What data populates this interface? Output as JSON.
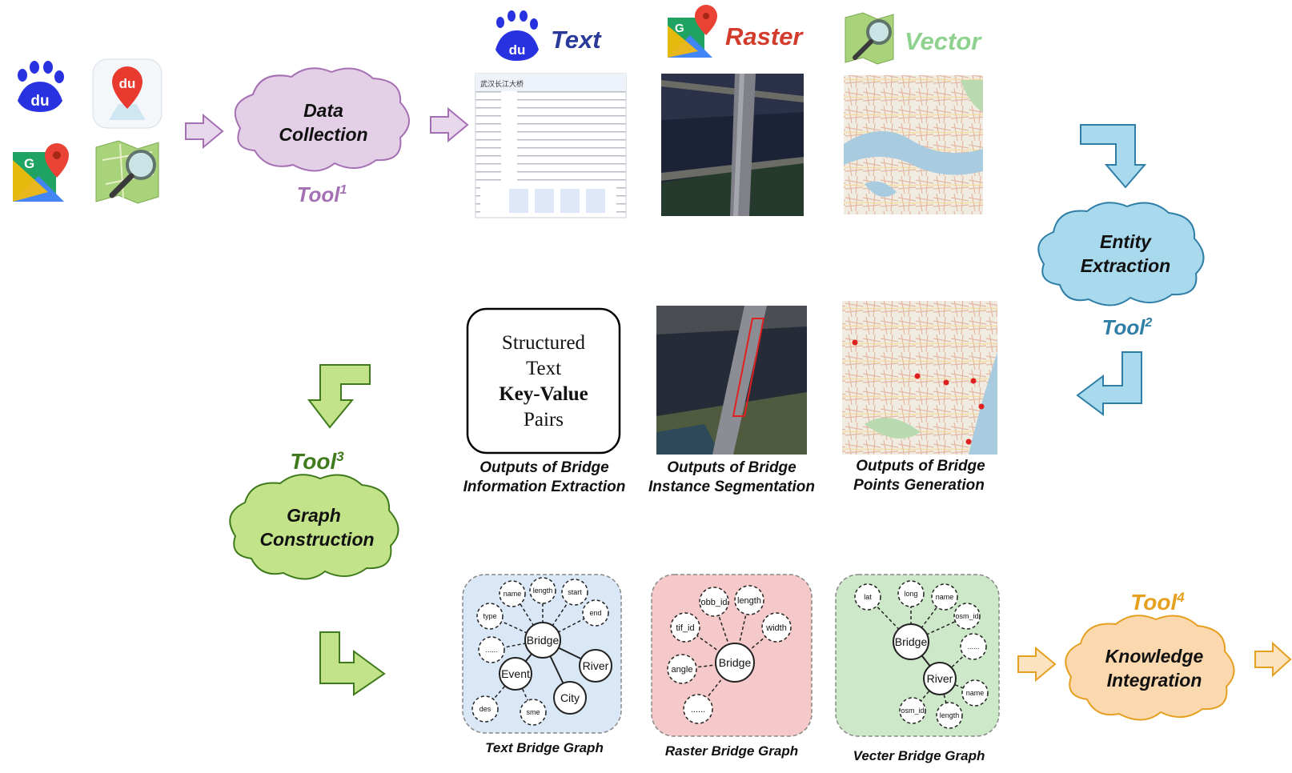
{
  "clouds": {
    "data_collection": {
      "line1": "Data",
      "line2": "Collection",
      "tool": "Tool",
      "tool_sup": "1"
    },
    "entity_extraction": {
      "line1": "Entity",
      "line2": "Extraction",
      "tool": "Tool",
      "tool_sup": "2"
    },
    "graph_construction": {
      "line1": "Graph",
      "line2": "Construction",
      "tool": "Tool",
      "tool_sup": "3"
    },
    "knowledge_integration": {
      "line1": "Knowledge",
      "line2": "Integration",
      "tool": "Tool",
      "tool_sup": "4"
    }
  },
  "sources": {
    "text": "Text",
    "raster": "Raster",
    "vector": "Vector",
    "baidu_logo": "du",
    "google_logo": "G"
  },
  "text_doc": {
    "title": "武汉长江大桥"
  },
  "structured_text": {
    "line1": "Structured",
    "line2": "Text",
    "line3": "Key-Value",
    "line4": "Pairs"
  },
  "outputs": {
    "info_line1": "Outputs of Bridge",
    "info_line2": "Information Extraction",
    "seg_line1": "Outputs of Bridge",
    "seg_line2": "Instance Segmentation",
    "points_line1": "Outputs of Bridge",
    "points_line2": "Points Generation"
  },
  "graphs": {
    "text_graph": {
      "caption": "Text Bridge Graph",
      "center": "Bridge",
      "solid": [
        "Event",
        "River",
        "City"
      ],
      "attrs": [
        "name",
        "length",
        "start",
        "end",
        "type",
        "......",
        "des",
        "sme"
      ]
    },
    "raster_graph": {
      "caption": "Raster Bridge Graph",
      "center": "Bridge",
      "attrs": [
        "obb_id",
        "length",
        "tif_id",
        "width",
        "angle",
        "......"
      ]
    },
    "vector_graph": {
      "caption": "Vecter Bridge Graph",
      "center": "Bridge",
      "solid": [
        "River"
      ],
      "attrs": [
        "lat",
        "long",
        "name",
        "osm_id",
        "......",
        "osm_id",
        "length",
        "name"
      ]
    }
  },
  "colors": {
    "purple_cloud": "#e3cfe6",
    "blue_cloud": "#a9d9ec",
    "green_cloud": "#c3e38a",
    "orange_cloud": "#fcd8ae",
    "purple_text": "#a56fb4",
    "blue_text": "#2f7ea6",
    "green_text": "#3f7a1c",
    "orange_text": "#e6a020",
    "text_blue": "#2a3a9a",
    "raster_red": "#d33b2c",
    "vector_green": "#8fd28f"
  }
}
